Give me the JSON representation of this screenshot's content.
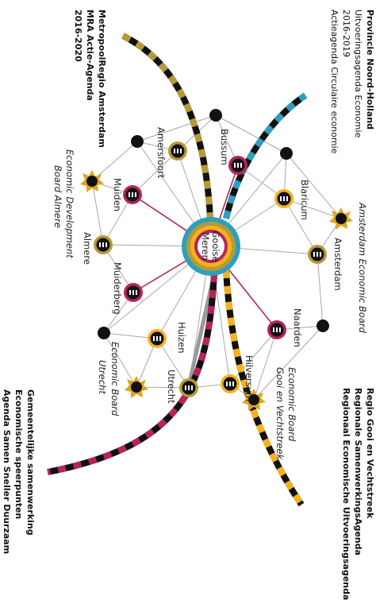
{
  "center": {
    "line1": "Gooise",
    "line2": "Meren"
  },
  "municipalities": {
    "bussum": "Bussum",
    "amersfoort": "Amersfoort",
    "muiden": "Muiden",
    "almere": "Almere",
    "muiderberg": "Muiderberg",
    "huizen": "Huizen",
    "utrecht": "Utrecht",
    "hilversum": "Hilversum",
    "naarden": "Naarden",
    "amsterdam": "Amsterdam",
    "blaricum": "Blaricum"
  },
  "boards": {
    "almere": {
      "line1": "Economic Development",
      "line2": "Board Almere"
    },
    "amsterdam": {
      "line1": "Amsterdam Economic Board"
    },
    "utrecht": {
      "line1": "Economic Board",
      "line2": "Utrecht"
    },
    "gooi": {
      "line1": "Economic Board",
      "line2": "Gooi en Vechtstreek"
    }
  },
  "agendas": {
    "noord_holland": {
      "line1": "Provincie Noord-Holland",
      "line2": "Uitvoeringsagenda Economie",
      "line3": "2016-2019",
      "line4": "Actieagenda Circulaire economie"
    },
    "mra": {
      "line1": "MetropoolRegio Amsterdam",
      "line2": "MRA Actie-Agenda",
      "line3": "2016-2020"
    },
    "gooi": {
      "line1": "Regio Gooi en Vechtstreek",
      "line2": "Regionale SamenwerkingsAgenda",
      "line3": "Regionaal Economische Uitvoeringsagenda"
    },
    "gemeente": {
      "line1": "Gemeentelijke samenwerking",
      "line2": "Economische speerpunten",
      "line3": "Agenda Samen Sneller Duurzaam"
    }
  },
  "colors": {
    "olive": "#b79a36",
    "magenta": "#b8225f",
    "orange": "#f6b21d",
    "teal": "#2d9fbd",
    "sun": "#e0a41c",
    "black": "#111111",
    "grey_line": "#9a9a9a",
    "grey_dark": "#777777"
  }
}
